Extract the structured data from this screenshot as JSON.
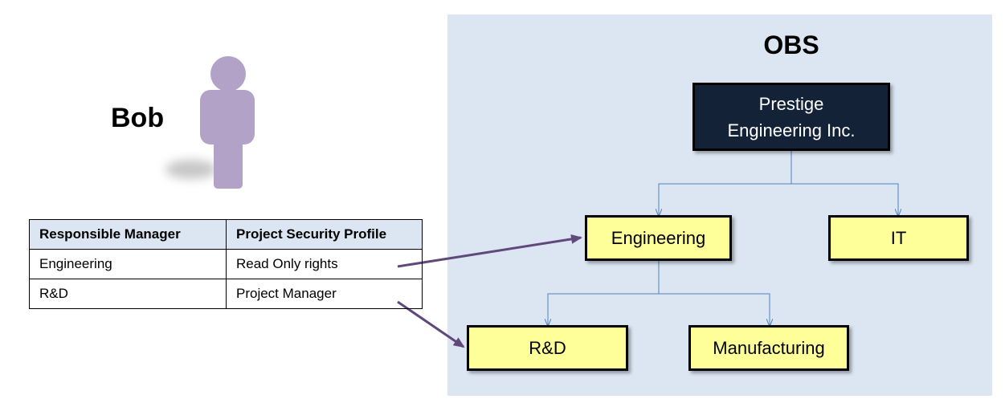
{
  "person": {
    "name": "Bob",
    "icon": "person-icon"
  },
  "obs": {
    "title": "OBS",
    "root": "Prestige\nEngineering Inc.",
    "level1": [
      "Engineering",
      "IT"
    ],
    "level2": [
      "R&D",
      "Manufacturing"
    ]
  },
  "table": {
    "headers": [
      "Responsible Manager",
      "Project Security Profile"
    ],
    "rows": [
      [
        "Engineering",
        "Read Only rights"
      ],
      [
        "R&D",
        "Project Manager"
      ]
    ]
  },
  "colors": {
    "panel": "#dce6f2",
    "root_fill": "#142238",
    "node_fill": "#ffff99",
    "connector": "#4f81bd",
    "arrow": "#5f497a",
    "person": "#b3a2c7"
  }
}
